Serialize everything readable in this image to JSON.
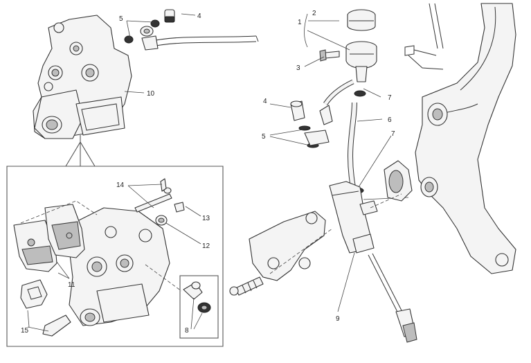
{
  "callouts": {
    "c1": "1",
    "c2": "2",
    "c3": "3",
    "c4a": "4",
    "c4b": "4",
    "c5a": "5",
    "c5b": "5",
    "c6": "6",
    "c7a": "7",
    "c7b": "7",
    "c8": "8",
    "c9": "9",
    "c10": "10",
    "c11": "11",
    "c12": "12",
    "c13": "13",
    "c14": "14",
    "c15": "15"
  }
}
